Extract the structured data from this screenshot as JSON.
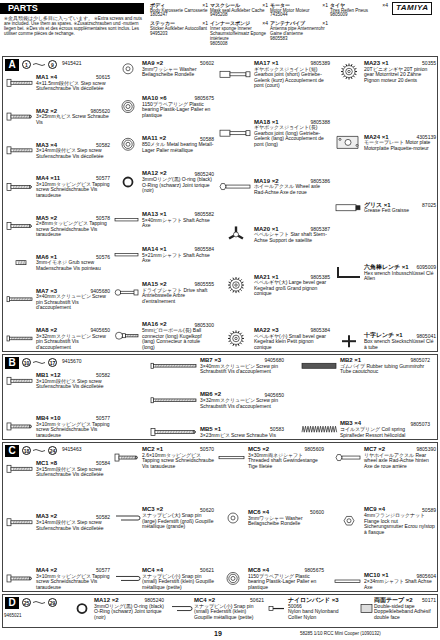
{
  "diagram": {
    "title": "PARTS",
    "nodes": [
      {
        "text": [
          "A"
        ]
      },
      {
        "text": [
          "B"
        ]
      },
      {
        "text": [
          "C"
        ]
      },
      {
        "text": [
          "D"
        ]
      }
    ],
    "labels": [
      "TAMIYA",
      "※金具類袋は少し多目に入っています。 ※Extra screws and nuts are included. Use them as spares. ※Zusatzschrauben und -muttern liegen bei. ※Des vis et des écrous supplémentaires sont inclus. Les utiliser comme pièces de rechange.",
      "ボディ",
      "×1",
      "Body Karosserie Carrosserie",
      "1805247",
      "ステッカー",
      "×1",
      "Sticker Aufkleber Autocollant",
      "9495203",
      "マスクシール",
      "×1",
      "Mask seal Aufkleber Cache",
      "9495208",
      "インナースポンジ",
      "×4",
      "Inner sponge Innerer Schaumstoffeinsatz Eponge intérieure",
      "9805008",
      "モーター",
      "×1",
      "Motor Motor Moteur",
      "7435044",
      "アンテナパイプ",
      "×1",
      "Antenna pipe Antennenrohr Gaine d'antenne",
      "9805583",
      "タイヤ",
      "×4",
      "Tires Reifen Pneus",
      "9805009",
      "1",
      "9",
      "9415421",
      "MA1 ×4",
      "50615",
      "4×11.5mm段付ビス Step screw Stufenschraube Vis décolletée",
      "MA2 ×2",
      "9805620",
      "3×25mm丸ビス Screw Schraube Vis",
      "MA3 ×4",
      "50582",
      "3×14mm段付ビス Step screw Stufenschraube Vis décolletée",
      "MA4 ×11",
      "50577",
      "3×10mmタッピングビス Tapping screw Schneidschraube Vis taraudeuse",
      "MA5 ×2",
      "50578",
      "2×8mmタッピングビス Tapping screw Schneidschraube Vis taraudeuse",
      "MA6 ×1",
      "50576",
      "3mmイモネジ Grub screw Madenschraube Vis pointeau",
      "MA7 ×3",
      "9405680",
      "3×40mmスクリューピン Screw pin Schraubstift Vis d'accouplement",
      "MA8 ×2",
      "9405650",
      "3×32mmスクリューピン Screw pin Schraubstift Vis d'accouplement",
      "MA9 ×2",
      "50602",
      "3mmワッシャー Washer Beilagscheibe Rondelle",
      "MA10 ×6",
      "9805675",
      "1150プラベアリング Plastic bearing Plastik-Lager Palier en plastique",
      "MA11 ×2",
      "50588",
      "850メタル Metal bearing Metall-Lager Palier métallique",
      "MA12 ×2",
      "9805240",
      "3mmOリング(黒) O-ring (black) O-Ring (schwarz) Joint torique (noir)",
      "MA13 ×1",
      "9805582",
      "5×40mmシャフト Shaft Achse Axe",
      "MA14 ×1",
      "9805584",
      "5×21mmシャフト Shaft Achse Axe",
      "MA15 ×2",
      "9805555",
      "ドライブシャフト Drive shaft Antriebswelle Arbre d'entraînement",
      "MA16 ×2",
      "9805300",
      "5mmピローボール(長) Ball connector (long) Kugelkopf (lang) Connecteur à rotule (long)",
      "MA17 ×1",
      "9805389",
      "ギヤボックスジョイント(短) Gearbox joint (short) Getriebe-Gelenk (kurz) Accouplement de pont (court)",
      "MA18 ×1",
      "9805388",
      "ギヤボックスジョイント(長) Gearbox joint (long) Getriebe-Gelenk (lang) Accouplement de pont (long)",
      "MA19 ×2",
      "9805386",
      "ホイールアクスル Wheel axle Rad-Achse Axe de roue",
      "MA20 ×1",
      "9805387",
      "ベベルシャフト Star shaft Stern-Achse Support de satellite",
      "MA21 ×1",
      "9805385",
      "ベベルギヤ(大) Large bevel gear Kegelrad groß Grand pignon conique",
      "MA22 ×3",
      "9805384",
      "ベベルギヤ(小) Small bevel gear Kegelrad klein Petit pignon conique",
      "MA23 ×1",
      "50355",
      "20Tピニオンギヤ 20T pinion gear Motorritzel 20 Zähne Pignon moteur 20 dents",
      "MA24 ×1",
      "4305139",
      "モータープレート Motor plate Motorplatte Plaquette-moteur",
      "グリス ×1",
      "87025",
      "Grease Fett Graisse",
      "六角棒レンチ ×1",
      "6095009",
      "Hex wrench Inbusschlüssel Clé Allen",
      "十字レンチ ×1",
      "9805041",
      "Box wrench Steckschlüssel Clé à tube",
      "10",
      "17",
      "9415670",
      "MB1 ×12",
      "50582",
      "3×10mm段付ビス Step screw Stufenschraube Vis décolletée",
      "MB4 ×10",
      "50577",
      "3×10mmタッピングビス Tapping screw Schneidschraube Vis taraudeuse",
      "MB7 ×3",
      "9405680",
      "3×40mmスクリューピン Screw pin Schraubstift Vis d'accouplement",
      "MB6 ×2",
      "9405650",
      "3×32mmスクリューピン Screw pin Schraubstift Vis d'accouplement",
      "MB5 ×1",
      "50583",
      "3×23mmビス Screw Schraube Vis",
      "MB2 ×1",
      "9805072",
      "ゴムパイプ Rubber tubing Gummirohr Tube caoutchouc",
      "MB3 ×4",
      "9805073",
      "コイルスプリング Coil spring Spiralfeder Ressort hélicoïdal",
      "18",
      "24",
      "9415463",
      "MC1 ×8",
      "50584",
      "3×15mm段付ビス Step screw Stufenschraube Vis décolletée",
      "MA3 ×2",
      "50582",
      "3×14mm段付ビス Step screw Stufenschraube Vis décolletée",
      "MA4 ×2",
      "50577",
      "3×10mmタッピングビス Tapping screw Schneidschraube Vis taraudeuse",
      "MC2 ×1",
      "50570",
      "2.6×10mmタッピングビス Tapping screw Schneidschraube Vis taraudeuse",
      "MC3 ×2",
      "50620",
      "スナップピン(大) Snap pin (large) Federstift (groß) Goupille métallique (grande)",
      "MC4 ×4",
      "50621",
      "スナップピン(小) Snap pin (small) Federstift (klein) Goupille métallique (petite)",
      "MC5 ×2",
      "9805609",
      "3×30mm両ネジシャフト Threaded shaft Gewindestange Tige filetée",
      "MC6 ×4",
      "50600",
      "3mmワッシャー Washer Beilagscheibe Rondelle",
      "MC8 ×4",
      "9805675",
      "1150プラベアリング Plastic bearing Plastik-Lager Palier en plastique",
      "MC7 ×2",
      "9805390",
      "リヤホイールアクスル Rear wheel axle Rad-Achse hinten Axe de roue arrière",
      "MC9 ×4",
      "50589",
      "4mmフランジロックナット Flange lock nut Sicherungsmutter Ecrou nylstop à flasque",
      "MC10 ×1",
      "9805604",
      "2×34mmシャフト Shaft Achse Axe",
      "25",
      "29",
      "9465021",
      "MA12 ×2",
      "9805240",
      "3mmOリング(黒) O-ring (black) O-Ring (schwarz) Joint torique (noir)",
      "MC4 ×2",
      "50621",
      "スナップピン(小) Snap pin (small) Federstift (klein) Goupille métallique (petite)",
      "ナイロンバンド ×3",
      "50066",
      "Nylon band Nylonband Collier Nylon",
      "両面テープ ×2",
      "50171",
      "Double-sided tape Doppelklebeband Adhésif double face",
      "19",
      "58285 1/10 RCC Mini Cooper (1090132)"
    ]
  }
}
